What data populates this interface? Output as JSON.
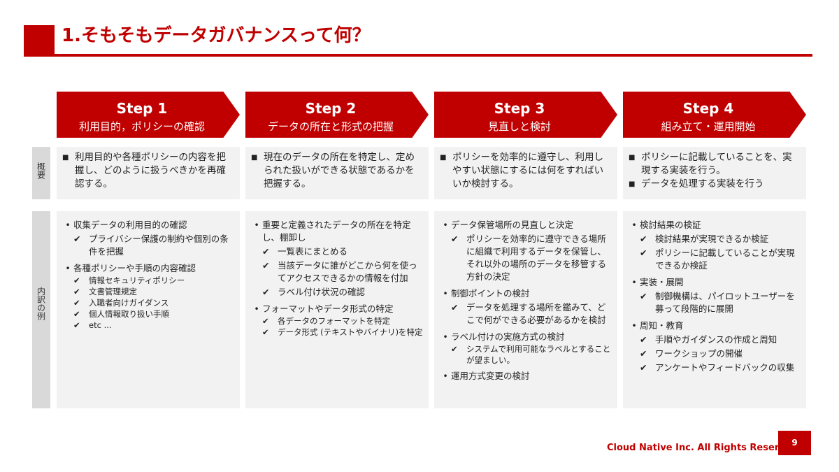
{
  "title": "1.そもそもデータガバナンスって何？",
  "row_labels": {
    "summary": "概要",
    "details": "内訳の例"
  },
  "steps": [
    {
      "title": "Step 1",
      "subtitle": "利用目的，ポリシーの確認",
      "summary": [
        "利用目的や各種ポリシーの内容を把握し、どのように扱うべきかを再確認する。"
      ],
      "details": [
        {
          "text": "収集データの利用目的の確認",
          "checks": [
            "プライバシー保護の制約や個別の条件を把握"
          ],
          "small": false
        },
        {
          "text": "各種ポリシーや手順の内容確認",
          "checks": [
            "情報セキュリティポリシー",
            "文書管理規定",
            "入職者向けガイダンス",
            "個人情報取り扱い手順",
            "etc ..."
          ],
          "small": true
        }
      ]
    },
    {
      "title": "Step 2",
      "subtitle": "データの所在と形式の把握",
      "summary": [
        "現在のデータの所在を特定し、定められた扱いができる状態であるかを把握する。"
      ],
      "details": [
        {
          "text": "重要と定義されたデータの所在を特定し、棚卸し",
          "checks": [
            "一覧表にまとめる",
            "当該データに誰がどこから何を使ってアクセスできるかの情報を付加",
            "ラベル付け状況の確認"
          ],
          "small": false
        },
        {
          "text": "フォーマットやデータ形式の特定",
          "checks": [
            "各データのフォーマットを特定",
            "データ形式 (テキストやバイナリ)を特定"
          ],
          "small": true
        }
      ]
    },
    {
      "title": "Step 3",
      "subtitle": "見直しと検討",
      "summary": [
        "ポリシーを効率的に遵守し、利用しやすい状態にするには何をすればいいか検討する。"
      ],
      "details": [
        {
          "text": "データ保管場所の見直しと決定",
          "checks": [
            "ポリシーを効率的に遵守できる場所に組織で利用するデータを保管し、それ以外の場所のデータを移管する方針の決定"
          ],
          "small": false
        },
        {
          "text": "制御ポイントの検討",
          "checks": [
            "データを処理する場所を鑑みて、どこで何ができる必要があるかを検討"
          ],
          "small": false
        },
        {
          "text": "ラベル付けの実施方式の検討",
          "checks": [
            "システムで利用可能なラベルとすることが望ましい。"
          ],
          "small": true
        },
        {
          "text": "運用方式変更の検討",
          "checks": [],
          "small": false
        }
      ]
    },
    {
      "title": "Step 4",
      "subtitle": "組み立て・運用開始",
      "summary": [
        "ポリシーに記載していることを、実現する実装を行う。",
        "データを処理する実装を行う"
      ],
      "details": [
        {
          "text": "検討結果の検証",
          "checks": [
            "検討結果が実現できるか検証",
            "ポリシーに記載していることが実現できるか検証"
          ],
          "small": false
        },
        {
          "text": "実装・展開",
          "checks": [
            "制御機構は、パイロットユーザーを募って段階的に展開"
          ],
          "small": false
        },
        {
          "text": "周知・教育",
          "checks": [
            "手順やガイダンスの作成と周知",
            "ワークショップの開催",
            "アンケートやフィードバックの収集"
          ],
          "small": false
        }
      ]
    }
  ],
  "footer": "Cloud Native Inc. All Rights Reserved.",
  "page_number": "9",
  "colors": {
    "accent": "#c00000",
    "cell_bg": "#f2f2f2",
    "label_bg": "#d9d9d9"
  }
}
